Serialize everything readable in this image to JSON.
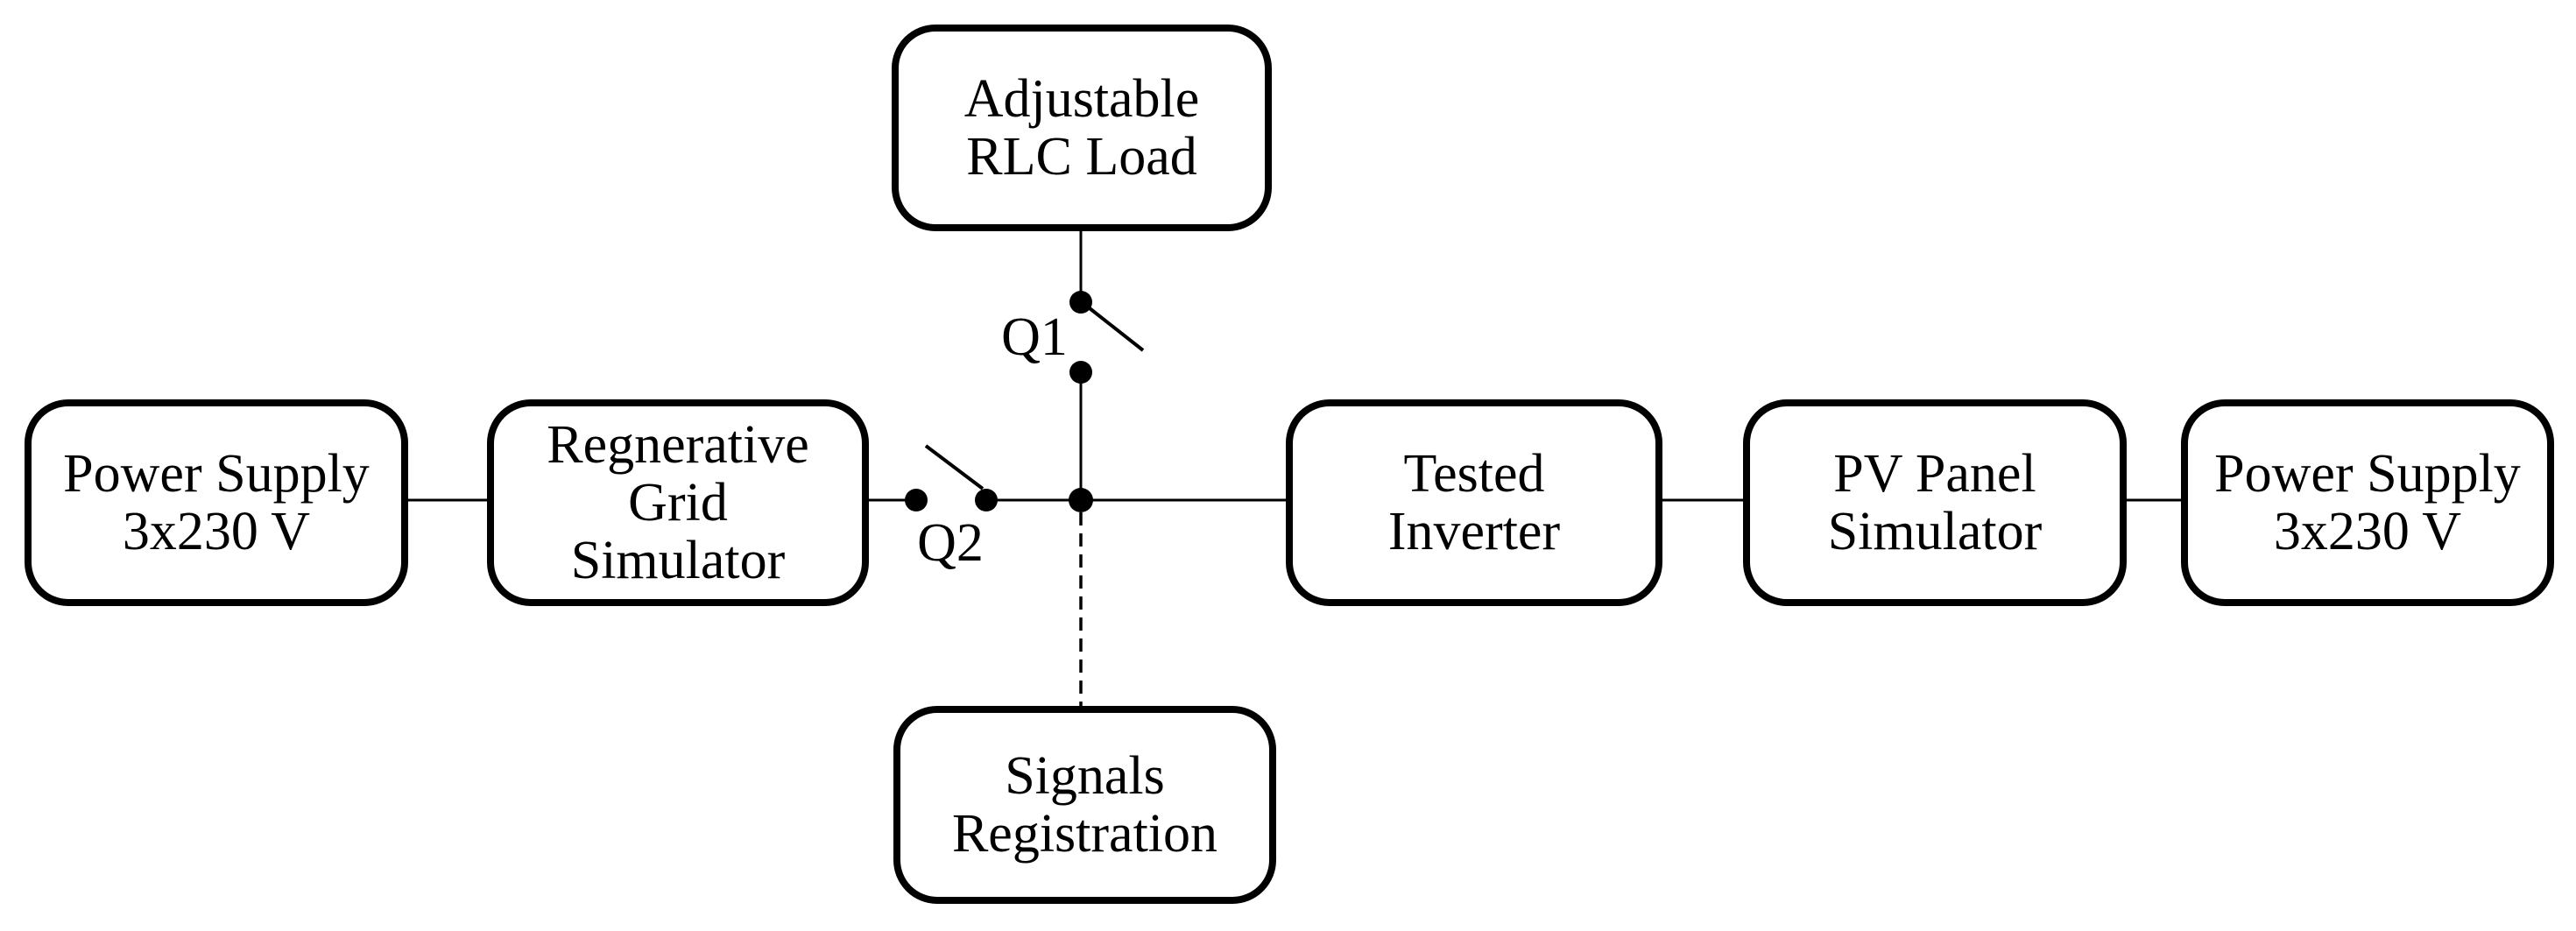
{
  "diagram": {
    "type": "block-diagram",
    "colors": {
      "background": "#ffffff",
      "line": "#000000",
      "text": "#000000",
      "node_fill": "#ffffff",
      "node_border": "#000000"
    },
    "nodes": {
      "adjustable_rlc_load": {
        "lines": [
          "Adjustable",
          "RLC Load"
        ]
      },
      "power_supply_left": {
        "lines": [
          "Power Supply",
          "3x230 V"
        ]
      },
      "regenerative_grid_simulator": {
        "lines": [
          "Regnerative",
          "Grid",
          "Simulator"
        ]
      },
      "tested_inverter": {
        "lines": [
          "Tested",
          "Inverter"
        ]
      },
      "pv_panel_simulator": {
        "lines": [
          "PV Panel",
          "Simulator"
        ]
      },
      "power_supply_right": {
        "lines": [
          "Power Supply",
          "3x230 V"
        ]
      },
      "signals_registration": {
        "lines": [
          "Signals",
          "Registration"
        ]
      }
    },
    "switches": {
      "q1": {
        "label": "Q1",
        "state": "open"
      },
      "q2": {
        "label": "Q2",
        "state": "open"
      }
    },
    "edges": [
      {
        "from": "power_supply_left",
        "to": "regenerative_grid_simulator",
        "style": "solid"
      },
      {
        "from": "regenerative_grid_simulator",
        "to": "junction",
        "via": "q2",
        "style": "solid"
      },
      {
        "from": "junction",
        "to": "adjustable_rlc_load",
        "via": "q1",
        "style": "solid"
      },
      {
        "from": "junction",
        "to": "tested_inverter",
        "style": "solid"
      },
      {
        "from": "tested_inverter",
        "to": "pv_panel_simulator",
        "style": "solid"
      },
      {
        "from": "pv_panel_simulator",
        "to": "power_supply_right",
        "style": "solid"
      },
      {
        "from": "junction",
        "to": "signals_registration",
        "style": "dashed"
      }
    ]
  }
}
